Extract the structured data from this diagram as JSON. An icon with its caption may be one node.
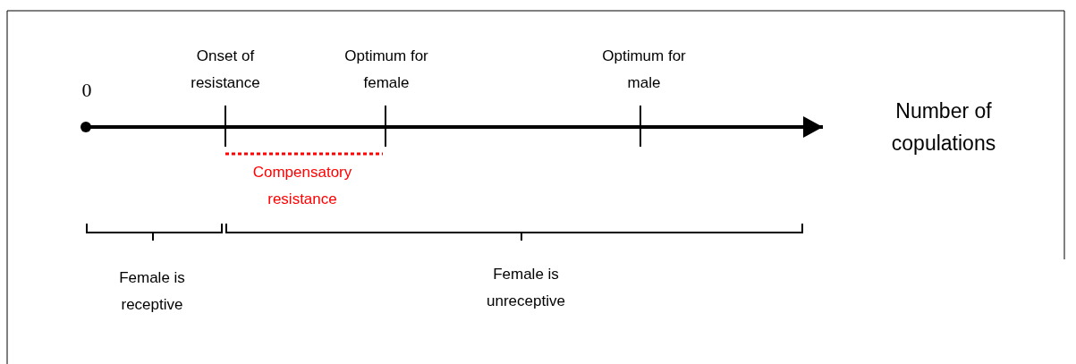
{
  "diagram": {
    "labels": [
      "0",
      "Onset of resistance",
      "Optimum for female",
      "Optimum for male",
      "Number of copulations",
      "Compensatory resistance",
      "Female is receptive",
      "Female is unreceptive"
    ]
  }
}
